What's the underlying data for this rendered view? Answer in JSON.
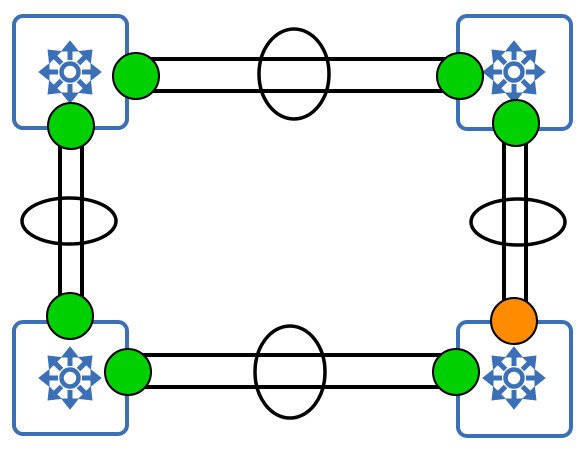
{
  "diagram": {
    "switch_icon": "layer3-switch-icon",
    "colors": {
      "switch_border": "#3b6fb6",
      "switch_icon": "#3b6fb6",
      "link_stroke": "#000000",
      "link_fill": "#ffffff",
      "port_up": "#00d000",
      "port_blocked": "#ff8c00",
      "port_stroke": "#000000"
    },
    "switches": [
      {
        "id": "top-left"
      },
      {
        "id": "top-right"
      },
      {
        "id": "bottom-left"
      },
      {
        "id": "bottom-right"
      }
    ],
    "links": [
      {
        "id": "top",
        "bundle": "lag-ellipse"
      },
      {
        "id": "bottom",
        "bundle": "lag-ellipse"
      },
      {
        "id": "left",
        "bundle": "lag-ellipse"
      },
      {
        "id": "right",
        "bundle": "lag-ellipse"
      }
    ],
    "ports": [
      {
        "id": "tl-east",
        "state": "forwarding"
      },
      {
        "id": "tl-south",
        "state": "forwarding"
      },
      {
        "id": "tr-west",
        "state": "forwarding"
      },
      {
        "id": "tr-south",
        "state": "forwarding"
      },
      {
        "id": "bl-north",
        "state": "forwarding"
      },
      {
        "id": "bl-east",
        "state": "forwarding"
      },
      {
        "id": "br-west",
        "state": "forwarding"
      },
      {
        "id": "br-north",
        "state": "blocked"
      }
    ]
  }
}
